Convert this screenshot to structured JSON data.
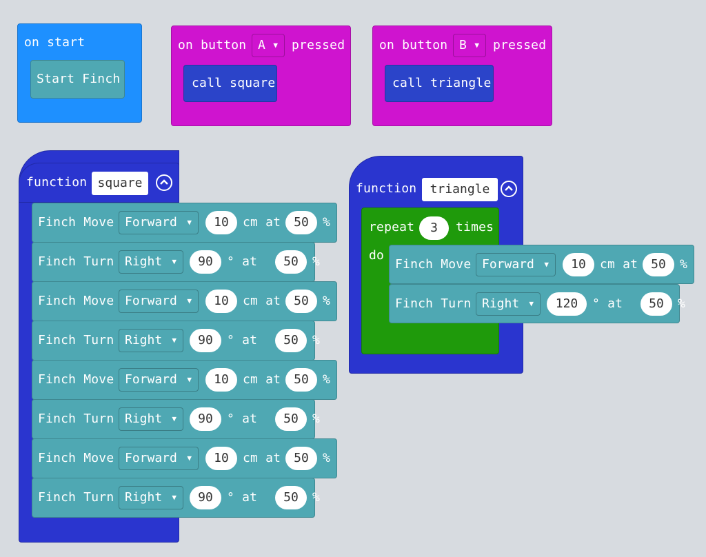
{
  "blocks": {
    "on_start": {
      "label": "on start",
      "inner": "Start Finch"
    },
    "button_a": {
      "prefix": "on button",
      "button": "A",
      "suffix": "pressed",
      "inner": "call square"
    },
    "button_b": {
      "prefix": "on button",
      "button": "B",
      "suffix": "pressed",
      "inner": "call triangle"
    },
    "func_square": {
      "keyword": "function",
      "name": "square",
      "rows": [
        {
          "kind": "move",
          "label": "Finch Move",
          "dir": "Forward",
          "dist": "10",
          "unit": "cm at",
          "speed": "50",
          "pct": "%"
        },
        {
          "kind": "turn",
          "label": "Finch Turn",
          "dir": "Right",
          "angle": "90",
          "unit": "° at",
          "speed": "50",
          "pct": "%"
        },
        {
          "kind": "move",
          "label": "Finch Move",
          "dir": "Forward",
          "dist": "10",
          "unit": "cm at",
          "speed": "50",
          "pct": "%"
        },
        {
          "kind": "turn",
          "label": "Finch Turn",
          "dir": "Right",
          "angle": "90",
          "unit": "° at",
          "speed": "50",
          "pct": "%"
        },
        {
          "kind": "move",
          "label": "Finch Move",
          "dir": "Forward",
          "dist": "10",
          "unit": "cm at",
          "speed": "50",
          "pct": "%"
        },
        {
          "kind": "turn",
          "label": "Finch Turn",
          "dir": "Right",
          "angle": "90",
          "unit": "° at",
          "speed": "50",
          "pct": "%"
        },
        {
          "kind": "move",
          "label": "Finch Move",
          "dir": "Forward",
          "dist": "10",
          "unit": "cm at",
          "speed": "50",
          "pct": "%"
        },
        {
          "kind": "turn",
          "label": "Finch Turn",
          "dir": "Right",
          "angle": "90",
          "unit": "° at",
          "speed": "50",
          "pct": "%"
        }
      ]
    },
    "func_triangle": {
      "keyword": "function",
      "name": "triangle",
      "repeat": {
        "label": "repeat",
        "count": "3",
        "times": "times",
        "do": "do"
      },
      "rows": [
        {
          "kind": "move",
          "label": "Finch Move",
          "dir": "Forward",
          "dist": "10",
          "unit": "cm at",
          "speed": "50",
          "pct": "%"
        },
        {
          "kind": "turn",
          "label": "Finch Turn",
          "dir": "Right",
          "angle": "120",
          "unit": "° at",
          "speed": "50",
          "pct": "%"
        }
      ]
    }
  },
  "colors": {
    "event_blue": "#1e90ff",
    "event_magenta": "#cf14cf",
    "function_navy": "#2a35cf",
    "finch_teal": "#4fa8b3",
    "loop_green": "#1f9a0b",
    "workspace_bg": "#e9ecef"
  },
  "icons": {
    "collapse": "chevron-up-circle-icon",
    "dropdown": "triangle-down-icon"
  }
}
